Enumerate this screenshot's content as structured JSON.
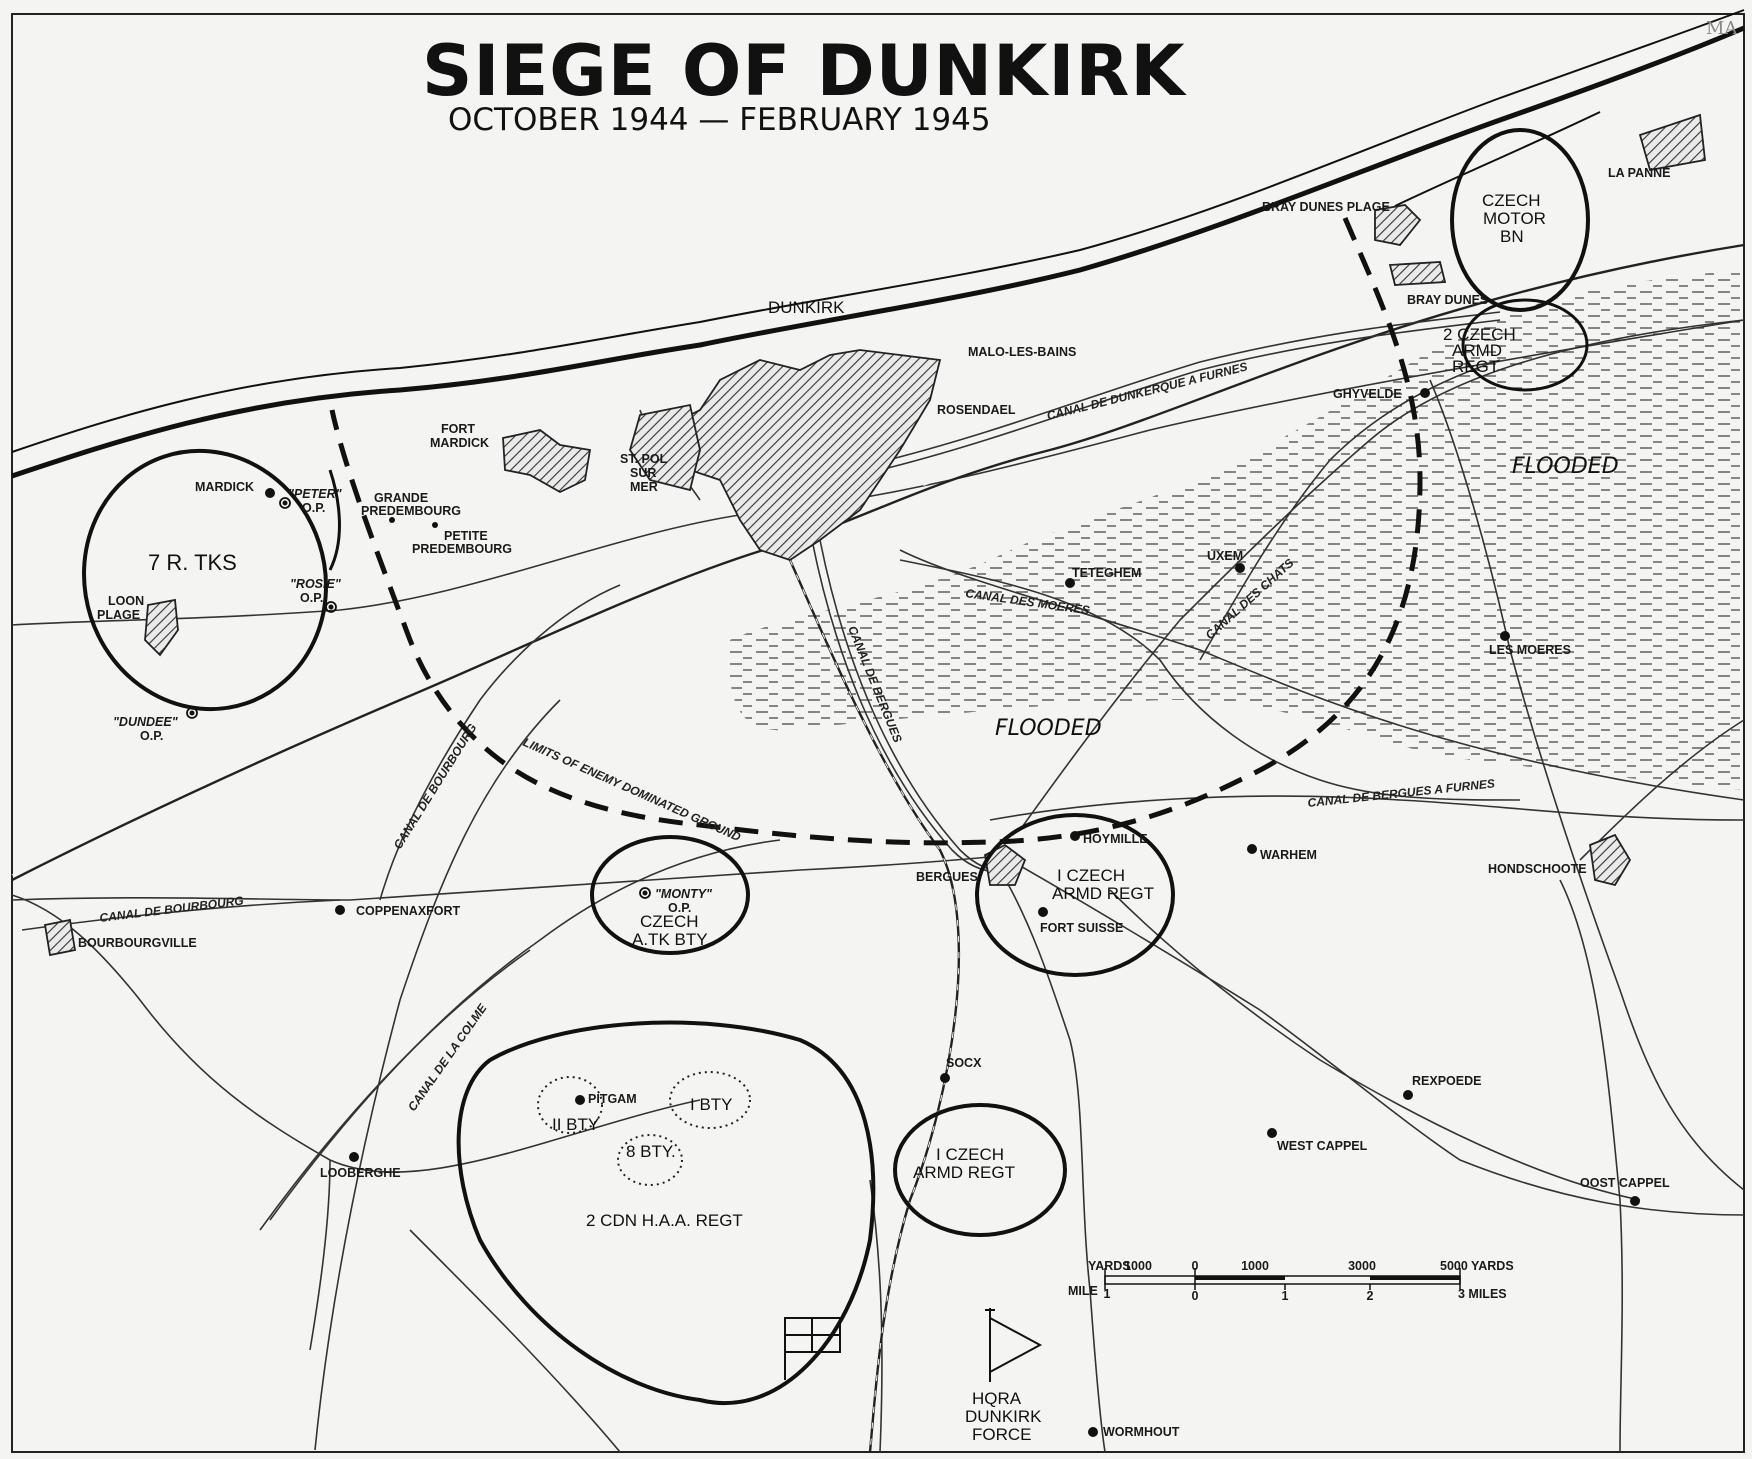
{
  "title": "SIEGE OF DUNKIRK",
  "subtitle": "OCTOBER 1944 — FEBRUARY 1945",
  "corner_mark": "MA",
  "flooded": [
    "FLOODED",
    "FLOODED"
  ],
  "limits_label": "LIMITS OF ENEMY DOMINATED GROUND",
  "towns": {
    "dunkirk": "DUNKIRK",
    "malo": "MALO-LES-BAINS",
    "rosendael": "ROSENDAEL",
    "fort_mardick_1": "FORT",
    "fort_mardick_2": "MARDICK",
    "st_pol_1": "ST. POL",
    "st_pol_2": "SUR",
    "st_pol_3": "MER",
    "mardick": "MARDICK",
    "grande_1": "GRANDE",
    "grande_2": "PREDEMBOURG",
    "petite_1": "PETITE",
    "petite_2": "PREDEMBOURG",
    "loon_1": "LOON",
    "loon_2": "PLAGE",
    "teteghem": "TETEGHEM",
    "uxem": "UXEM",
    "bray_plage": "BRAY DUNES PLAGE",
    "bray": "BRAY DUNES",
    "la_panne": "LA PANNE",
    "ghyvelde": "GHYVELDE",
    "les_moeres": "LES MOERES",
    "hoymille": "HOYMILLE",
    "warhem": "WARHEM",
    "bergues": "BERGUES",
    "fort_suisse": "FORT SUISSE",
    "hondschoote": "HONDSCHOOTE",
    "coppenaxfort": "COPPENAXFORT",
    "bourbourgville": "BOURBOURGVILLE",
    "socx": "SOCX",
    "pitgam": "PITGAM",
    "rexpoede": "REXPOEDE",
    "west_cappel": "WEST CAPPEL",
    "oost_cappel": "OOST CAPPEL",
    "looberghe": "LOOBERGHE",
    "wormhout": "WORMHOUT"
  },
  "observation_posts": {
    "peter_1": "\"PETER\"",
    "peter_2": "O.P.",
    "rosie_1": "\"ROSIE\"",
    "rosie_2": "O.P.",
    "dundee_1": "\"DUNDEE\"",
    "dundee_2": "O.P.",
    "monty_1": "\"MONTY\"",
    "monty_2": "O.P."
  },
  "units": {
    "r_tks": "7 R. TKS",
    "czech_motor_1": "CZECH",
    "czech_motor_2": "MOTOR",
    "czech_motor_3": "BN",
    "czech2_1": "2 CZECH",
    "czech2_2": "ARMD",
    "czech2_3": "REGT",
    "czech1a_1": "I CZECH",
    "czech1a_2": "ARMD REGT",
    "czech_atk_1": "CZECH",
    "czech_atk_2": "A.TK BTY",
    "czech1b_1": "I CZECH",
    "czech1b_2": "ARMD REGT",
    "haa": "2 CDN H.A.A. REGT",
    "bty_ii": "II BTY",
    "bty_i": "I BTY",
    "bty_8": "8 BTY.",
    "hqra_1": "HQRA",
    "hqra_2": "DUNKIRK",
    "hqra_3": "FORCE"
  },
  "canals": {
    "dunkerque_furnes": "CANAL DE DUNKERQUE A FURNES",
    "moeres": "CANAL DES MOERES",
    "chats": "CANAL DES CHATS",
    "bergues": "CANAL DE BERGUES",
    "bergues_furnes": "CANAL DE BERGUES A FURNES",
    "bourbourg_ns": "CANAL DE BOURBOURG",
    "bourbourg_ew": "CANAL DE BOURBOURG",
    "colme": "CANAL DE LA COLME"
  },
  "scale": {
    "yards_label": "YARDS",
    "yards_ticks": [
      "1000",
      "0",
      "1000",
      "3000",
      "5000 YARDS"
    ],
    "mile_label": "MILE",
    "mile_ticks": [
      "1",
      "0",
      "1",
      "2",
      "3 MILES"
    ]
  }
}
